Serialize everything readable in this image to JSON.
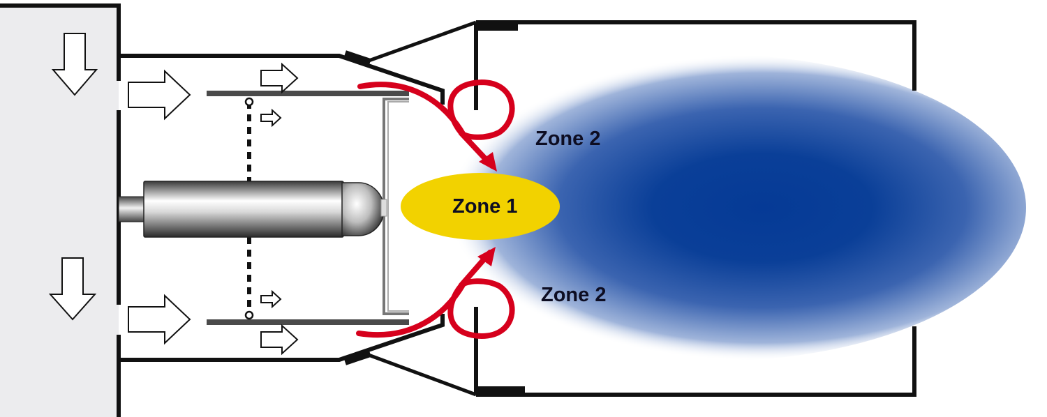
{
  "diagram": {
    "labels": {
      "zone1": "Zone 1",
      "zone2_upper": "Zone 2",
      "zone2_lower": "Zone 2"
    },
    "colors": {
      "flame_core": "#07358f",
      "flame_edge": "#ffffff",
      "zone1_fill": "#f2d200",
      "recirculation_arrow": "#d6001c",
      "outline": "#111111",
      "wall_fill": "#ececee"
    }
  }
}
